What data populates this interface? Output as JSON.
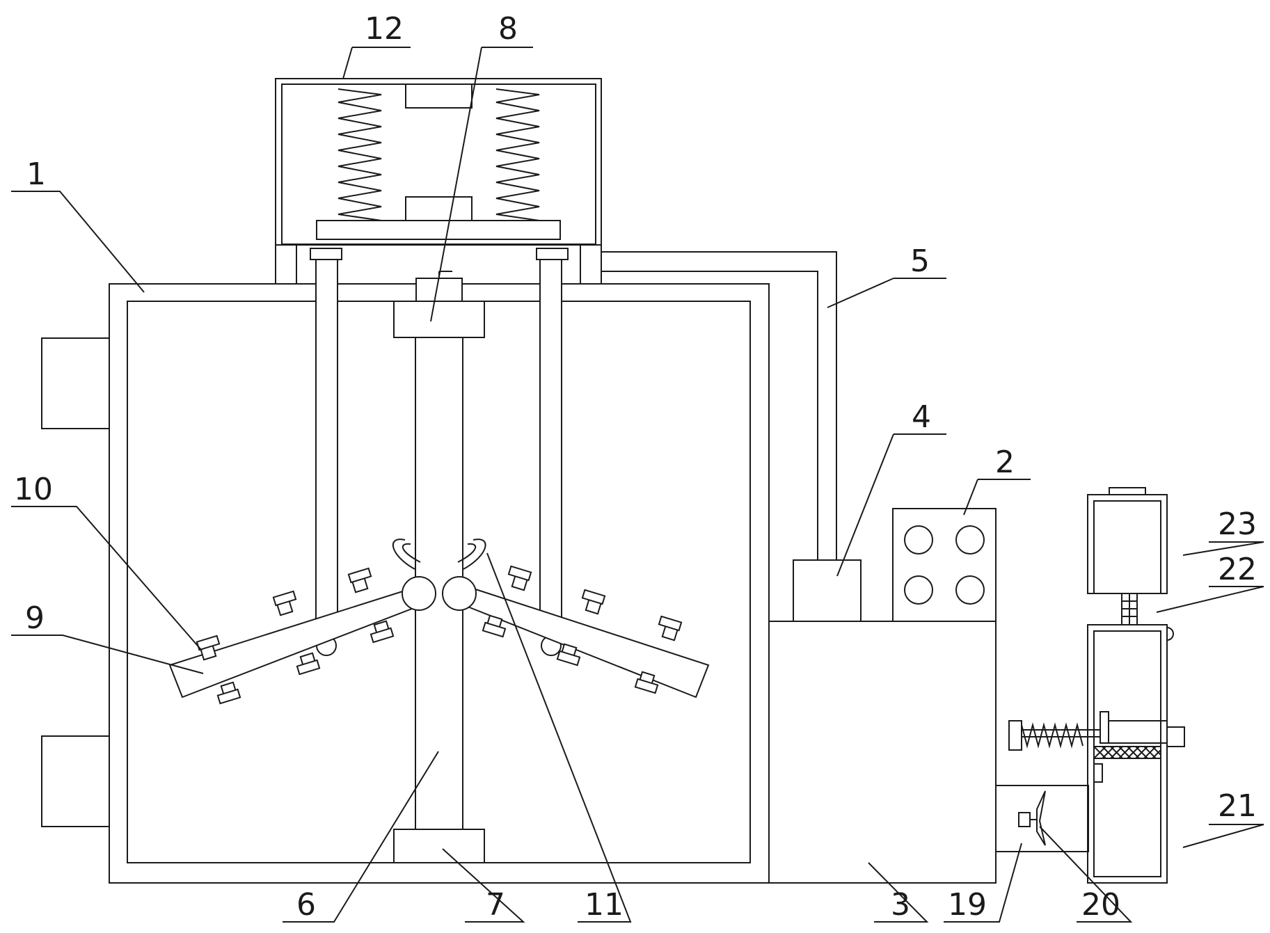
{
  "colors": {
    "line": "#1a1a1a",
    "background": "#ffffff"
  },
  "labels": {
    "l1": "1",
    "l2": "2",
    "l3": "3",
    "l4": "4",
    "l5": "5",
    "l6": "6",
    "l7": "7",
    "l8": "8",
    "l9": "9",
    "l10": "10",
    "l11": "11",
    "l12": "12",
    "l19": "19",
    "l20": "20",
    "l21": "21",
    "l22": "22",
    "l23": "23"
  }
}
